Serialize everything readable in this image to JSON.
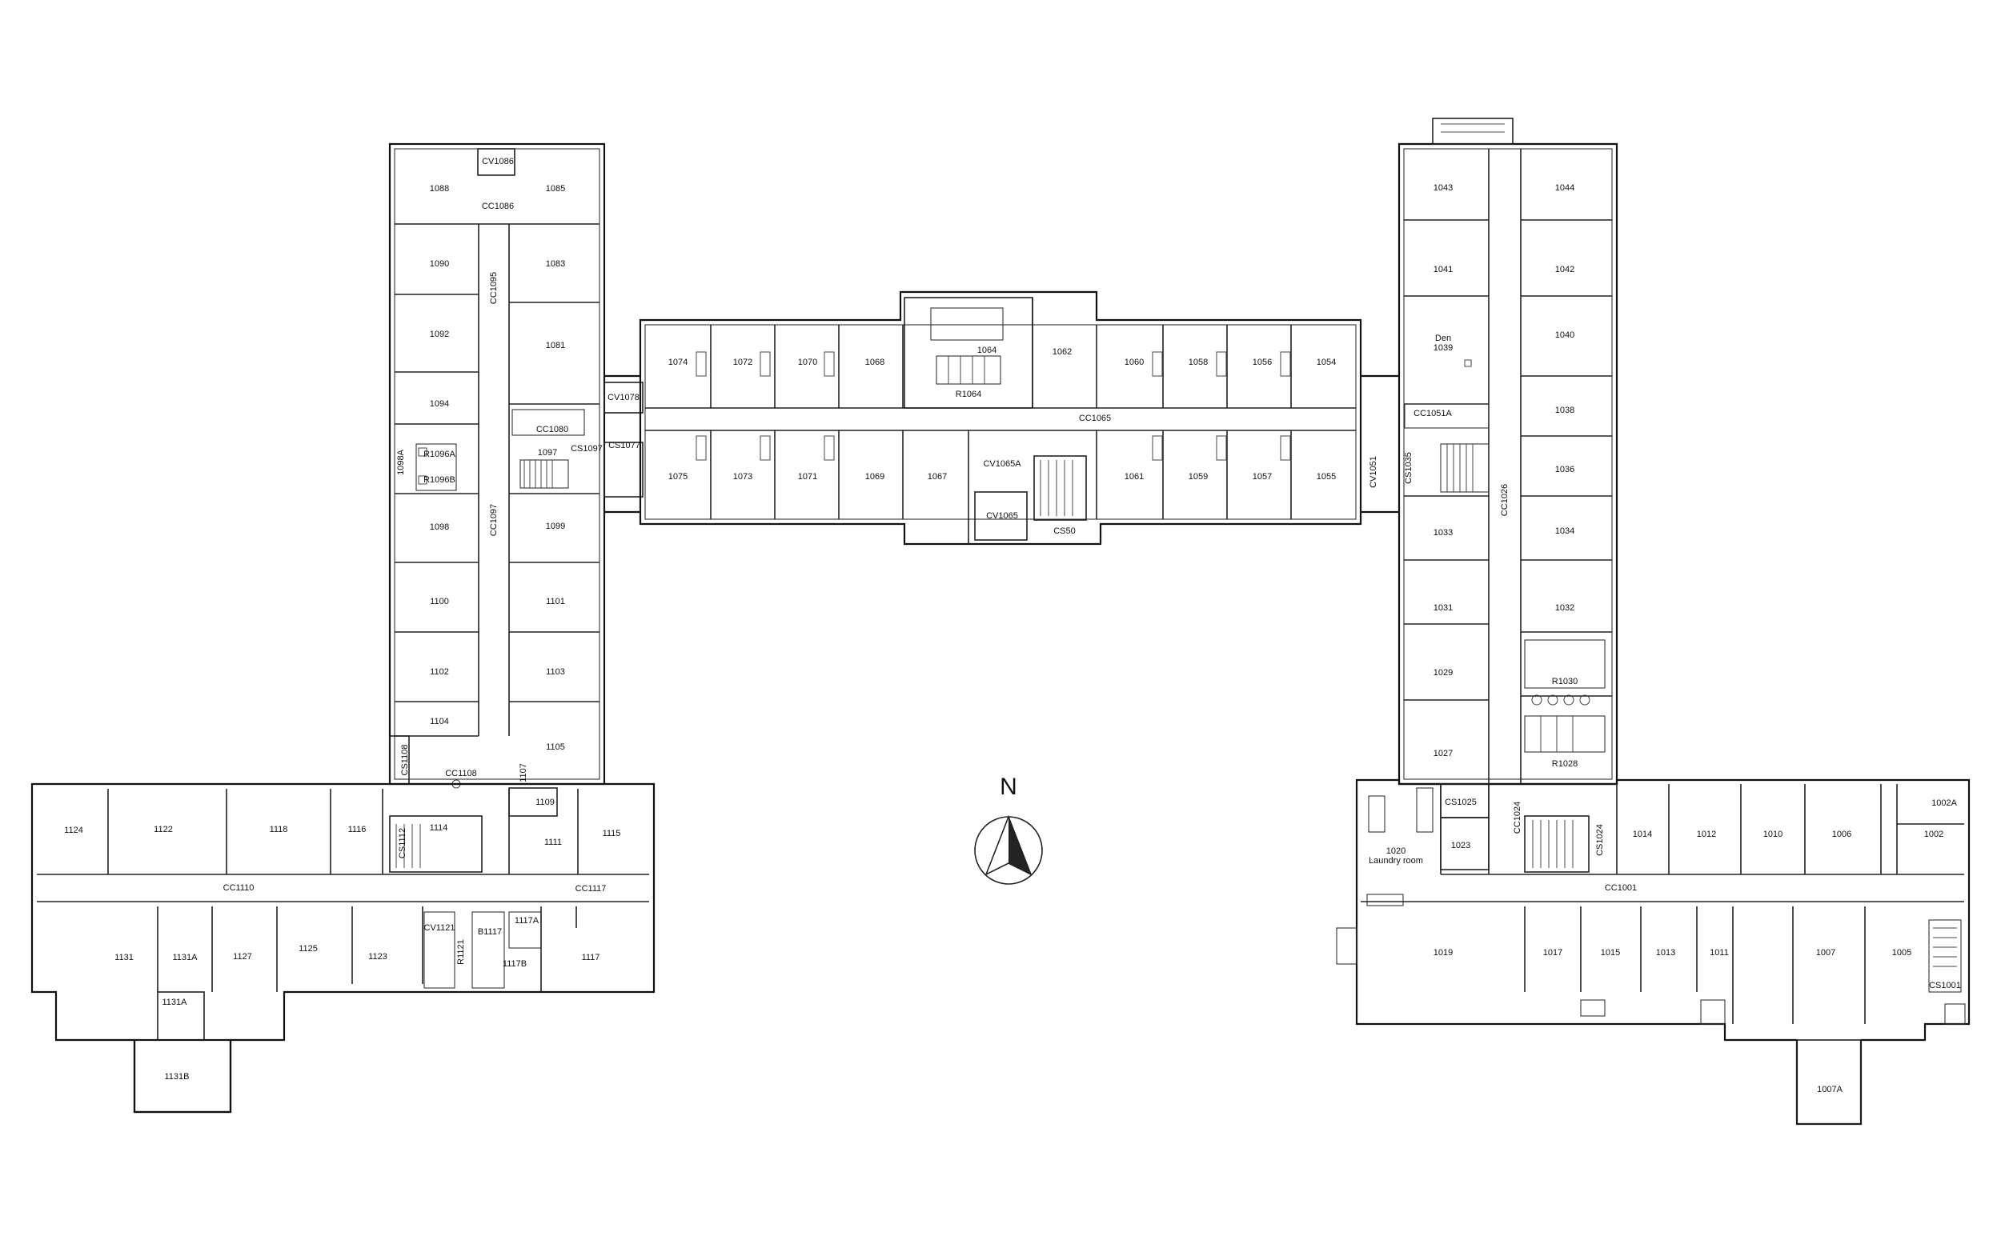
{
  "north_label": "N",
  "room_labels": [
    "CV1086",
    "1088",
    "1085",
    "CC1086",
    "1090",
    "1083",
    "CC1095",
    "1092",
    "1081",
    "1094",
    "CV1078",
    "CC1080",
    "1098A",
    "R1096A",
    "R1096B",
    "1097",
    "CS1097",
    "CS1077",
    "1098",
    "CC1097",
    "1099",
    "1100",
    "1101",
    "1102",
    "1103",
    "1104",
    "1105",
    "CS1108",
    "CC1108",
    "1107",
    "1109",
    "1124",
    "1122",
    "1118",
    "1116",
    "CS1112",
    "1114",
    "1111",
    "1115",
    "CC1110",
    "CC1117",
    "1131",
    "1131A",
    "1127",
    "1125",
    "1123",
    "CV1121",
    "B1117",
    "1117A",
    "R1121",
    "1117B",
    "1117",
    "1131A",
    "1131B",
    "1074",
    "1072",
    "1070",
    "1068",
    "1064",
    "1062",
    "1060",
    "1058",
    "1056",
    "1054",
    "R1064",
    "CC1065",
    "1075",
    "1073",
    "1071",
    "1069",
    "1067",
    "CV1065A",
    "1061",
    "1059",
    "1057",
    "1055",
    "CV1065",
    "CS50",
    "1043",
    "1044",
    "1041",
    "1042",
    "Den",
    "1039",
    "1040",
    "CC1051A",
    "1038",
    "CV1051",
    "CS1035",
    "1036",
    "CC1026",
    "1033",
    "1034",
    "1031",
    "1032",
    "1029",
    "R1030",
    "1027",
    "R1028",
    "CS1025",
    "CC1024",
    "1023",
    "1020",
    "Laundry room",
    "CS1024",
    "1014",
    "1012",
    "1010",
    "1006",
    "1002A",
    "1002",
    "CC1001",
    "1019",
    "1017",
    "1015",
    "1013",
    "1011",
    "1007",
    "1005",
    "CS1001",
    "1007A"
  ]
}
